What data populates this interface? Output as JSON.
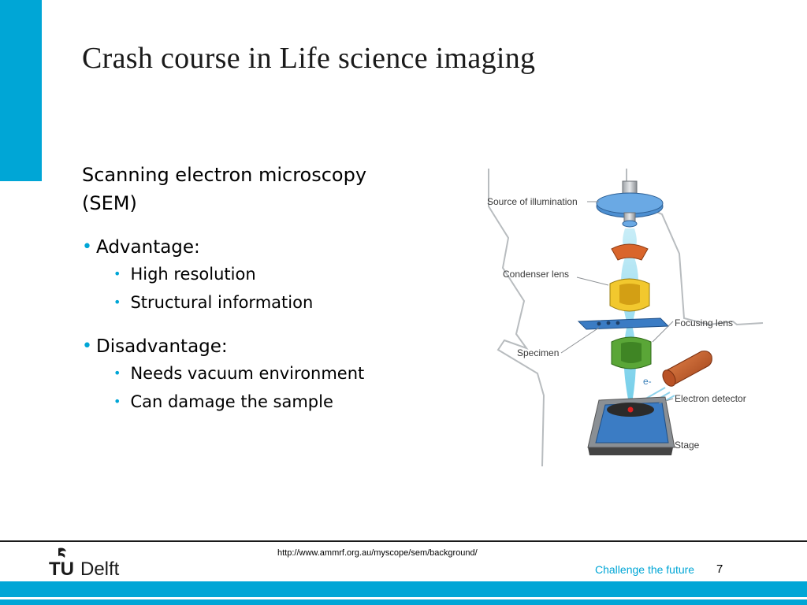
{
  "slide": {
    "title": "Crash course in Life science imaging",
    "subtitle_line1": "Scanning electron microscopy",
    "subtitle_line2": "(SEM)",
    "sections": [
      {
        "heading": "Advantage:",
        "items": [
          "High resolution",
          "Structural information"
        ]
      },
      {
        "heading": "Disadvantage:",
        "items": [
          "Needs vacuum environment",
          "Can damage the sample"
        ]
      }
    ],
    "bullet": "•"
  },
  "diagram": {
    "labels": {
      "source": "Source of illumination",
      "condenser": "Condenser lens",
      "focusing": "Focusing lens",
      "specimen": "Specimen",
      "electron": "e-",
      "detector": "Electron detector",
      "stage": "Stage"
    }
  },
  "footer": {
    "source_url": "http://www.ammrf.org.au/myscope/sem/background/",
    "tagline": "Challenge the future",
    "page_number": "7",
    "logo_tu": "TU",
    "logo_delft": "Delft"
  },
  "colors": {
    "accent": "#00a6d6",
    "beam": "#7fd3ea",
    "lens_orange": "#d9652b",
    "lens_yellow": "#f2c82e",
    "lens_green": "#5aa637",
    "stage_blue": "#3b7cc4"
  }
}
